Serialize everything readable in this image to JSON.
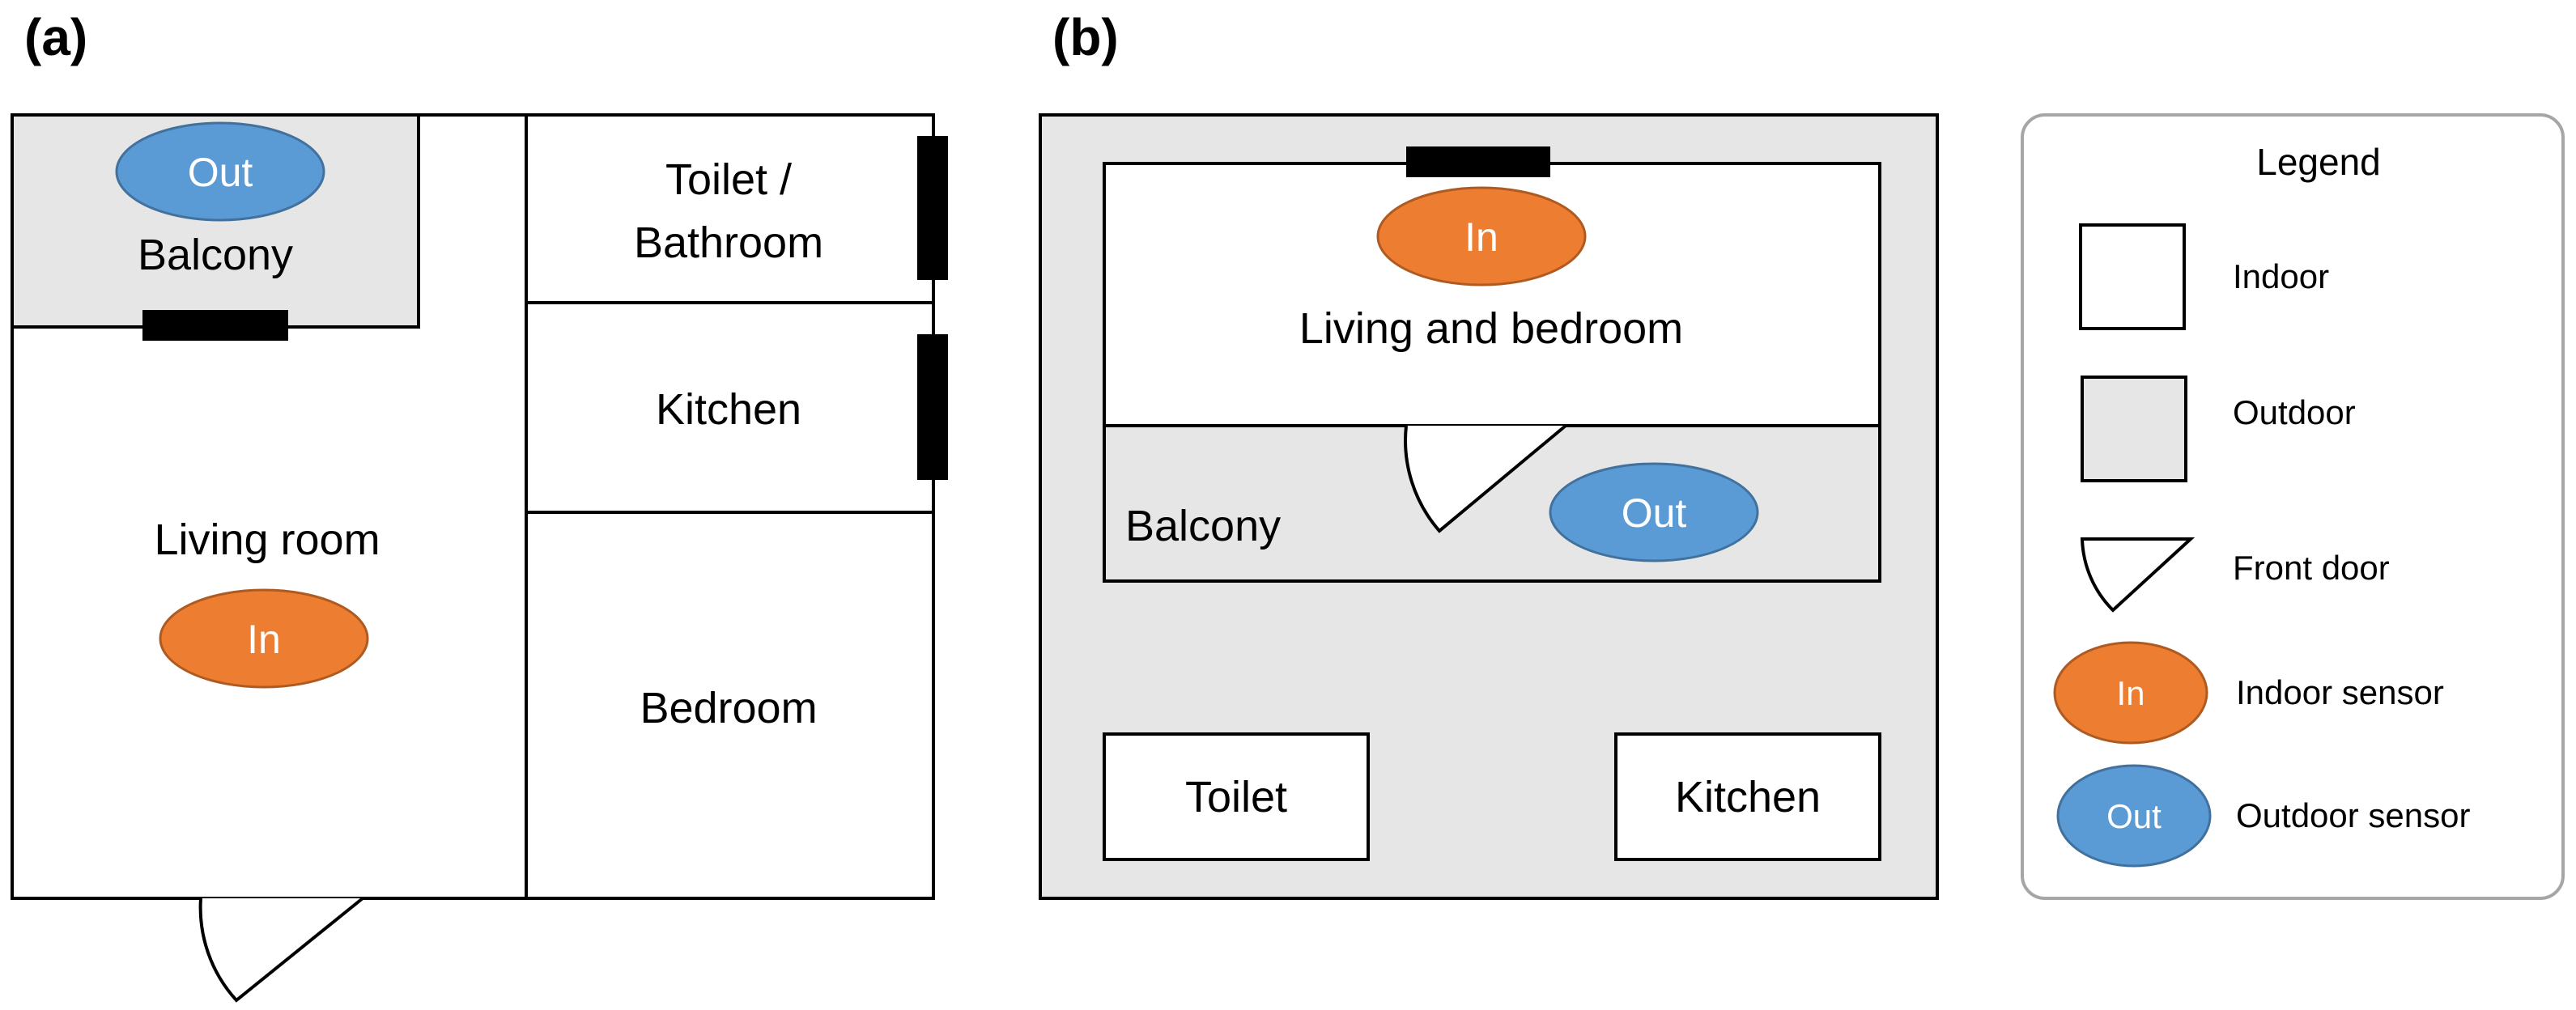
{
  "panels": {
    "a": {
      "label": "(a)",
      "rooms": {
        "balcony": "Balcony",
        "living_room": "Living room",
        "toilet_line1": "Toilet /",
        "toilet_line2": "Bathroom",
        "kitchen": "Kitchen",
        "bedroom": "Bedroom"
      },
      "sensors": {
        "outdoor": "Out",
        "indoor": "In"
      }
    },
    "b": {
      "label": "(b)",
      "rooms": {
        "living_and_bedroom": "Living and bedroom",
        "balcony": "Balcony",
        "toilet": "Toilet",
        "kitchen": "Kitchen"
      },
      "sensors": {
        "indoor": "In",
        "outdoor": "Out"
      }
    }
  },
  "legend": {
    "title": "Legend",
    "items": {
      "indoor": "Indoor",
      "outdoor": "Outdoor",
      "front_door": "Front door",
      "indoor_sensor": "Indoor sensor",
      "outdoor_sensor": "Outdoor sensor",
      "indoor_sensor_symbol": "In",
      "outdoor_sensor_symbol": "Out"
    }
  },
  "colors": {
    "indoor_fill": "#ffffff",
    "outdoor_fill": "#e6e6e6",
    "indoor_sensor": "#ed7d31",
    "outdoor_sensor": "#5b9bd5",
    "window": "#000000",
    "wall": "#000000"
  }
}
